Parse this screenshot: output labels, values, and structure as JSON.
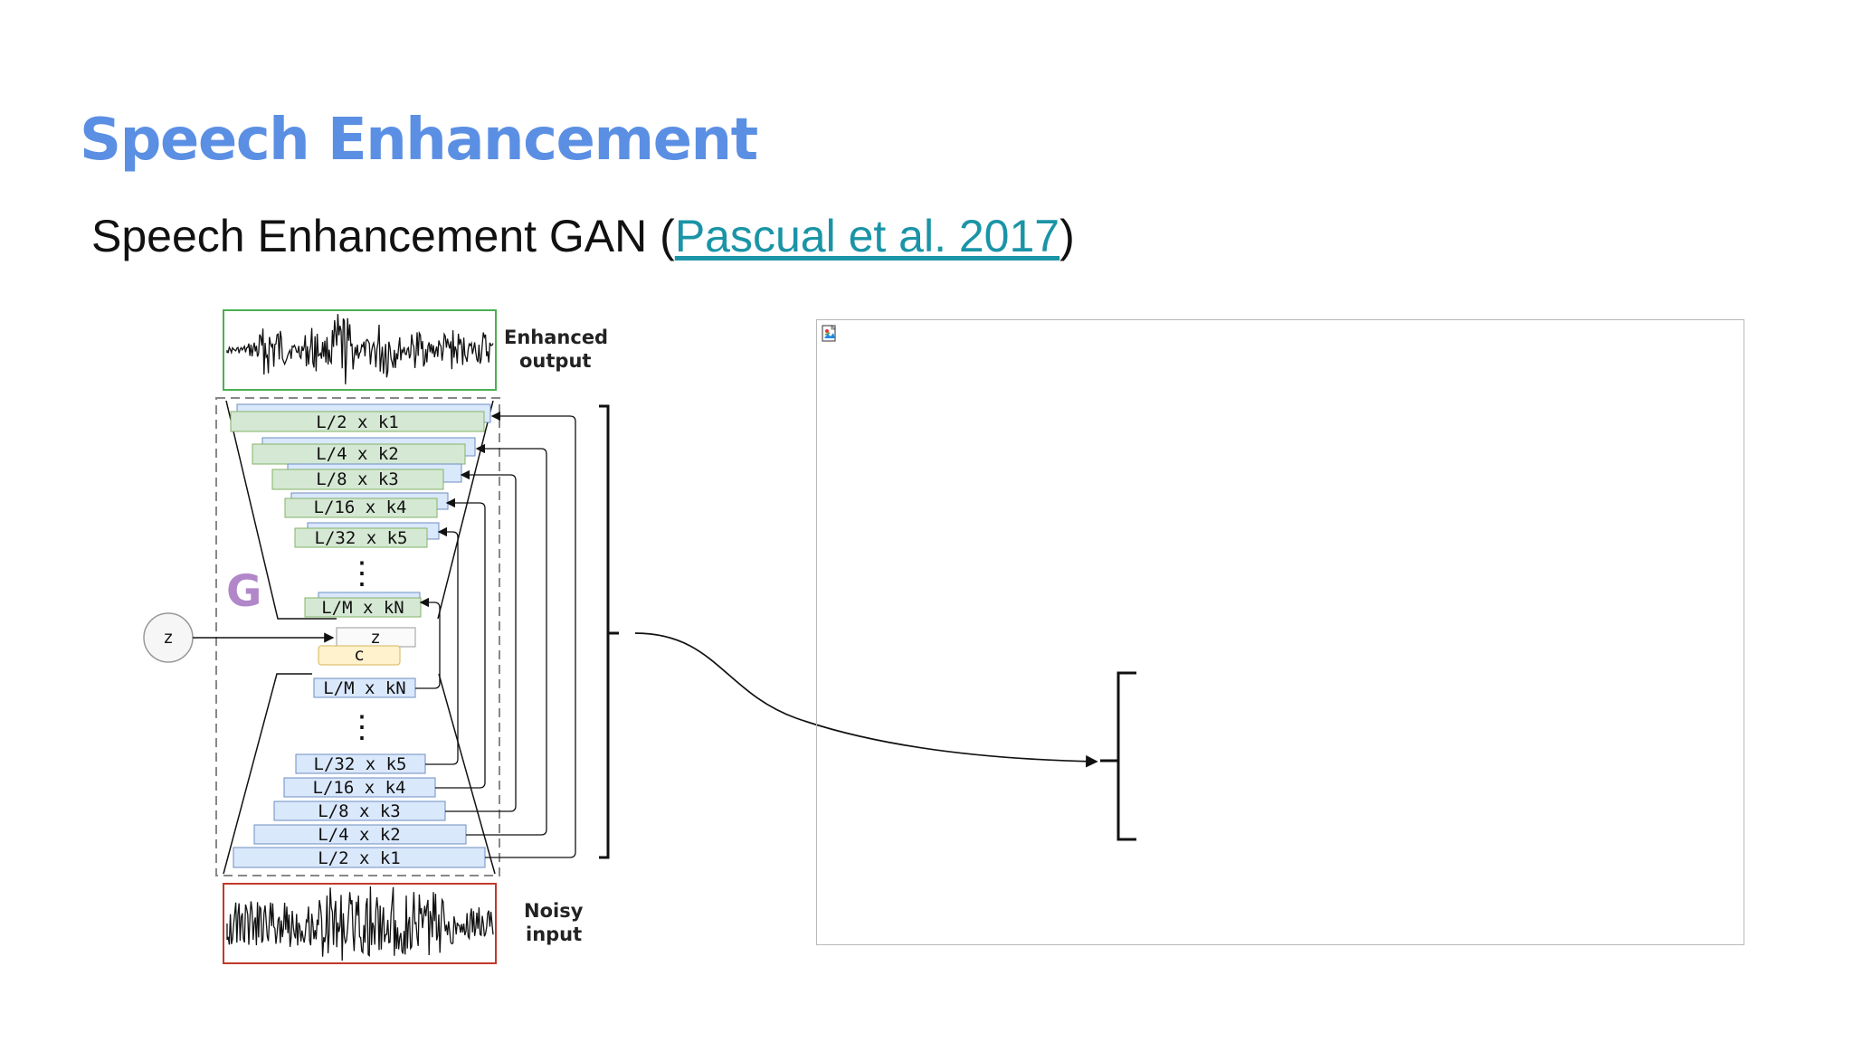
{
  "slide": {
    "title": "Speech Enhancement",
    "subtitle_prefix": "Speech Enhancement GAN (",
    "subtitle_link": "Pascual et al. 2017",
    "subtitle_suffix": ")"
  },
  "diagram": {
    "enhanced_label_line1": "Enhanced",
    "enhanced_label_line2": "output",
    "noisy_label_line1": "Noisy",
    "noisy_label_line2": "input",
    "generator_label": "G",
    "z_circle": "z",
    "z_box": "z",
    "c_box": "c",
    "ellipsis": "⋮",
    "decoder_layers": [
      "L/2 x k1",
      "L/4 x k2",
      "L/8 x k3",
      "L/16 x k4",
      "L/32 x k5",
      "L/M x kN"
    ],
    "encoder_layers": [
      "L/M x kN",
      "L/32 x k5",
      "L/16 x k4",
      "L/8 x k3",
      "L/4 x k2",
      "L/2 x k1"
    ],
    "colors": {
      "decoder_fill": "#d5e8d4",
      "decoder_stroke": "#82b366",
      "encoder_fill": "#dae8fc",
      "encoder_stroke": "#6c8ebf",
      "c_fill": "#fff2cc",
      "enhanced_border": "#4caf50",
      "noisy_border": "#c0392b",
      "title": "#5b8fe3",
      "link": "#1a94a6"
    }
  },
  "image_placeholder": {
    "icon": "broken-image-icon"
  }
}
